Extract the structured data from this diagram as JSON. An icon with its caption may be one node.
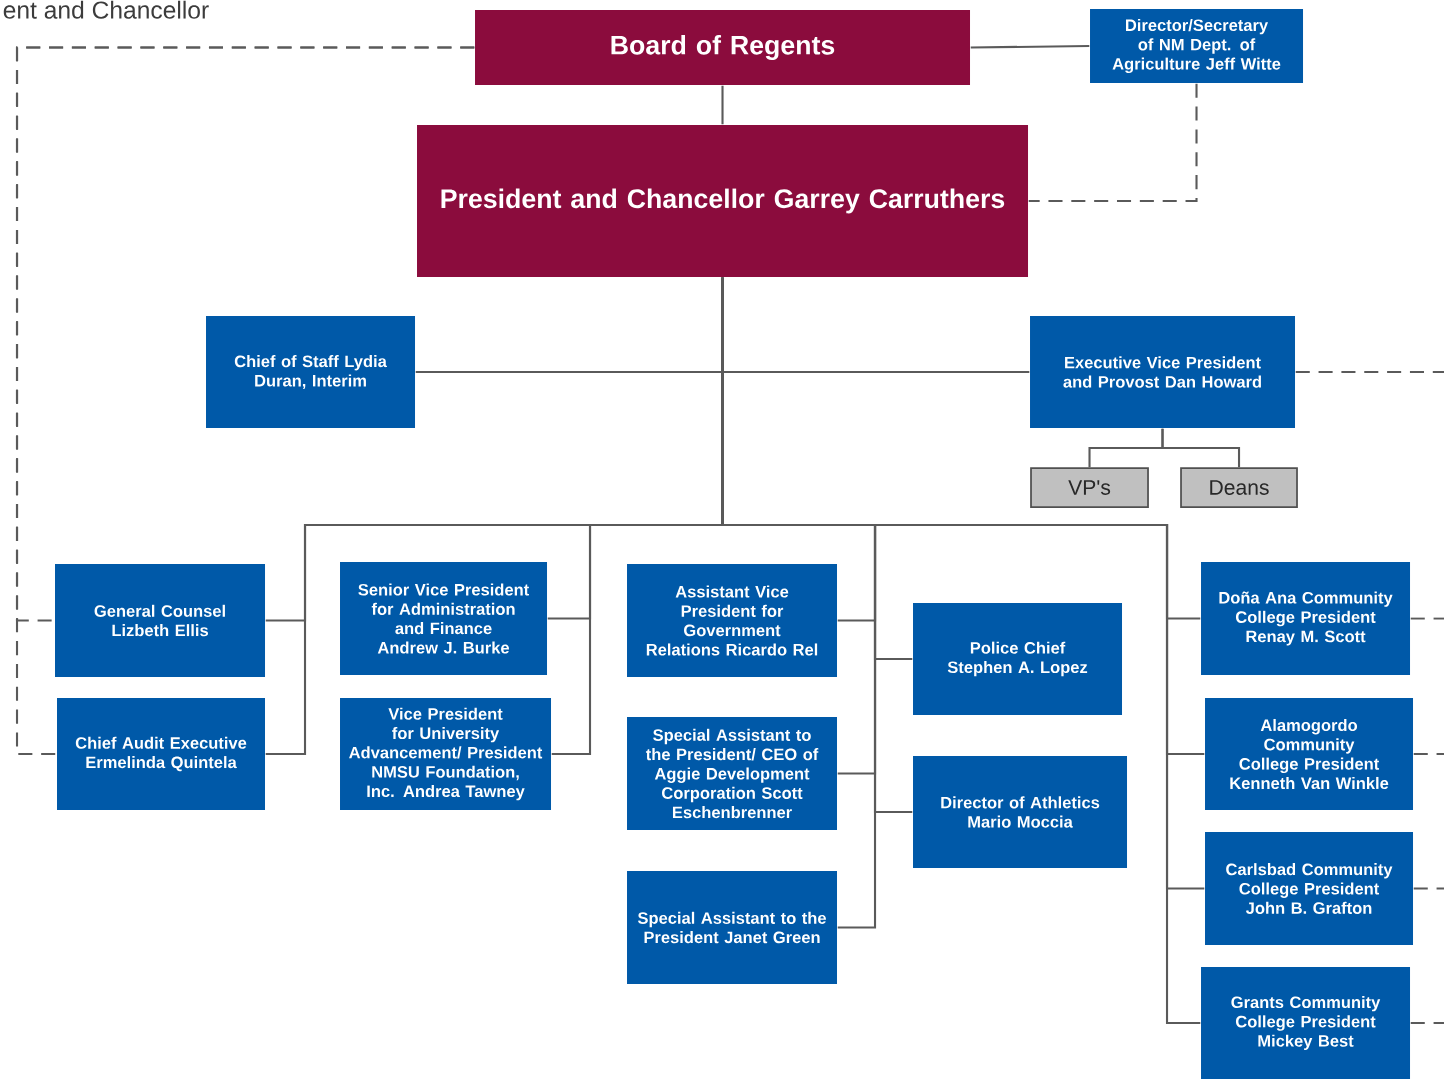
{
  "diagram": {
    "nodes": [
      {
        "text": [
          "Board of Regents"
        ]
      },
      {
        "text": [
          "Director/Secretary of NM Dept. of Agriculture Jeff Witte"
        ]
      },
      {
        "text": [
          "President and Chancellor Garrey Carruthers"
        ]
      },
      {
        "text": [
          "Chief of Staff Lydia Duran, Interim"
        ]
      },
      {
        "text": [
          "Executive Vice President and Provost Dan Howard"
        ]
      },
      {
        "text": [
          "VP's"
        ]
      },
      {
        "text": [
          "Deans"
        ]
      },
      {
        "text": [
          "General Counsel Lizbeth Ellis"
        ]
      },
      {
        "text": [
          "Chief Audit Executive Ermelinda Quintela"
        ]
      },
      {
        "text": [
          "Senior Vice President for Administration and Finance Andrew J. Burke"
        ]
      },
      {
        "text": [
          "Vice President for University Advancement/ President NMSU Foundation, Inc. Andrea Tawney"
        ]
      },
      {
        "text": [
          "Assistant Vice President for Government Relations Ricardo Rel"
        ]
      },
      {
        "text": [
          "Special Assistant to the President/ CEO of Aggie Development Corporation Scott Eschenbrenner"
        ]
      },
      {
        "text": [
          "Special Assistant to the President Janet Green"
        ]
      },
      {
        "text": [
          "Police Chief Stephen A. Lopez"
        ]
      },
      {
        "text": [
          "Director of Athletics Mario Moccia"
        ]
      },
      {
        "text": [
          "Doña Ana Community College President Renay M. Scott"
        ]
      },
      {
        "text": [
          "Alamogordo Community College President Kenneth Van Winkle"
        ]
      },
      {
        "text": [
          "Carlsbad Community College President John B. Grafton"
        ]
      },
      {
        "text": [
          "Grants Community College President Mickey Best"
        ]
      }
    ],
    "edges": [
      {
        "from": 0,
        "to": 1,
        "arrow": "none"
      },
      {
        "from": 0,
        "to": 2,
        "arrow": "none"
      },
      {
        "from": 1,
        "to": 2,
        "arrow": "none",
        "style": "dashed"
      },
      {
        "from": 0,
        "to": 7,
        "arrow": "none",
        "style": "dashed"
      },
      {
        "from": 0,
        "to": 8,
        "arrow": "none",
        "style": "dashed"
      },
      {
        "from": 2,
        "to": 3,
        "arrow": "none"
      },
      {
        "from": 2,
        "to": 4,
        "arrow": "none"
      },
      {
        "from": 4,
        "to": 5,
        "arrow": "none"
      },
      {
        "from": 4,
        "to": 6,
        "arrow": "none"
      },
      {
        "from": 2,
        "to": 7,
        "arrow": "none"
      },
      {
        "from": 2,
        "to": 8,
        "arrow": "none"
      },
      {
        "from": 2,
        "to": 9,
        "arrow": "none"
      },
      {
        "from": 2,
        "to": 10,
        "arrow": "none"
      },
      {
        "from": 2,
        "to": 11,
        "arrow": "none"
      },
      {
        "from": 2,
        "to": 12,
        "arrow": "none"
      },
      {
        "from": 2,
        "to": 13,
        "arrow": "none"
      },
      {
        "from": 2,
        "to": 14,
        "arrow": "none"
      },
      {
        "from": 2,
        "to": 15,
        "arrow": "none"
      },
      {
        "from": 2,
        "to": 16,
        "arrow": "none"
      },
      {
        "from": 2,
        "to": 17,
        "arrow": "none"
      },
      {
        "from": 2,
        "to": 18,
        "arrow": "none"
      },
      {
        "from": 2,
        "to": 19,
        "arrow": "none"
      },
      {
        "from": 4,
        "to": null,
        "arrow": "none",
        "style": "dashed"
      },
      {
        "from": 16,
        "to": null,
        "arrow": "none",
        "style": "dashed"
      },
      {
        "from": 17,
        "to": null,
        "arrow": "none",
        "style": "dashed"
      },
      {
        "from": 18,
        "to": null,
        "arrow": "none",
        "style": "dashed"
      },
      {
        "from": 19,
        "to": null,
        "arrow": "none",
        "style": "dashed"
      }
    ],
    "labels": [
      "ent and Chancellor"
    ]
  }
}
